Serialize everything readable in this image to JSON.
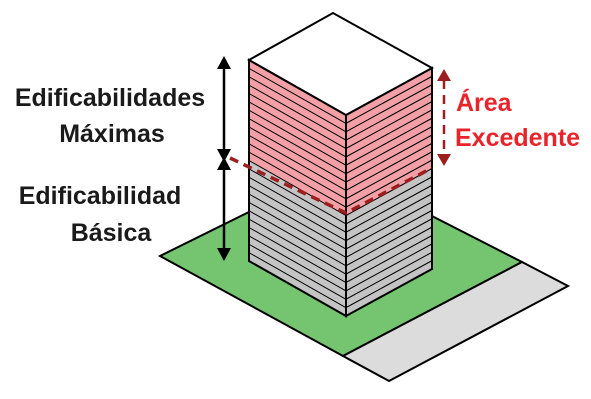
{
  "labels": {
    "max_line1": "Edificabilidades",
    "max_line2": "Máximas",
    "basic_line1": "Edificabilidad",
    "basic_line2": "Básica",
    "excess_line1": "Área",
    "excess_line2": "Excedente"
  },
  "building": {
    "total_floors": 24,
    "basic_floors": 12,
    "excess_floors": 12
  },
  "colors": {
    "lot": "#75c46f",
    "sidewalk": "#dcdcdc",
    "excess_floors": "#f2a0a6",
    "basic_floors": "#c4c4c4",
    "roof": "#ffffff",
    "outline": "#000000",
    "excess_marker": "#9c1e1e",
    "excess_text": "#e8232a"
  }
}
